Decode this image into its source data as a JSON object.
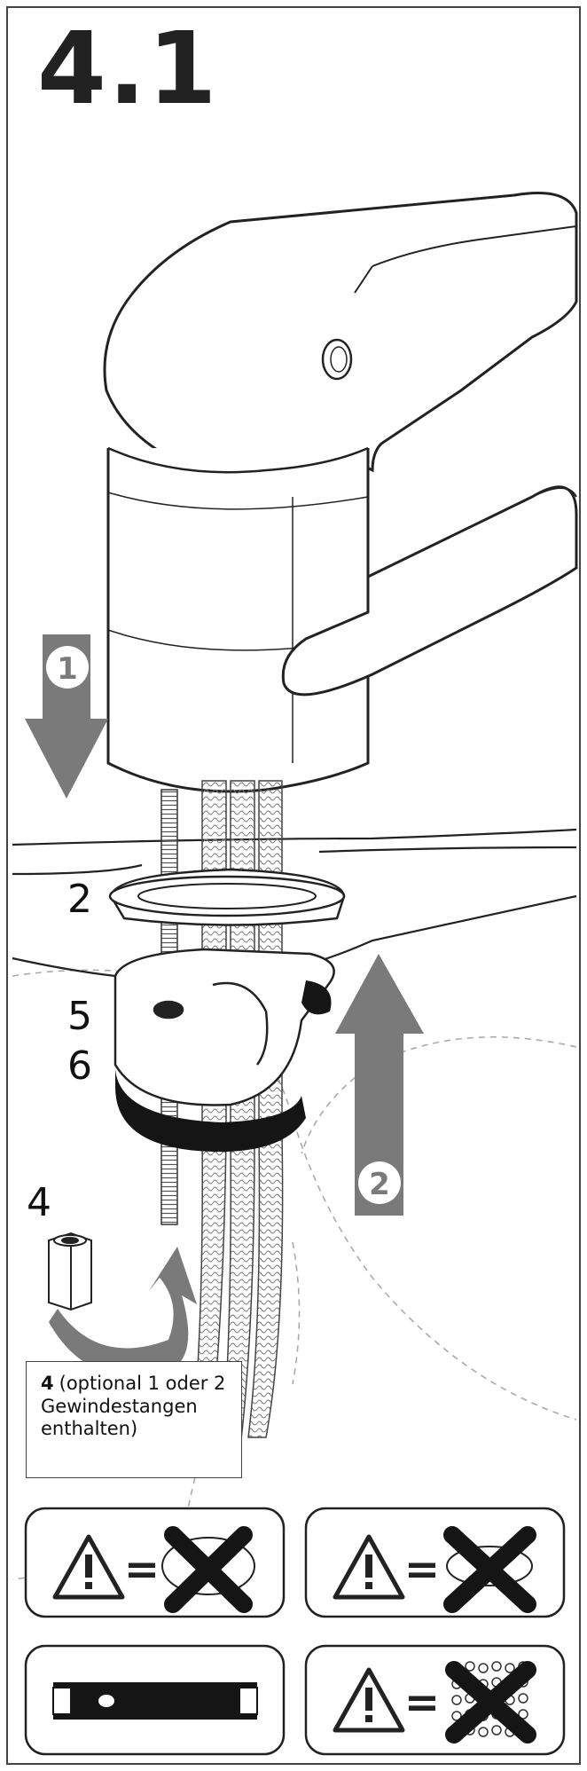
{
  "step": {
    "title": "4.1"
  },
  "labels": {
    "washer": "2",
    "bracket": "5",
    "gasket": "6",
    "nut": "4"
  },
  "arrows": {
    "down_step": "1",
    "up_step": "2"
  },
  "note": {
    "part": "4",
    "text": "(optional 1 oder 2 Gewindestangen enthalten)"
  },
  "warnings": {
    "equals": "="
  },
  "colors": {
    "arrow_gray": "#7a7a7a",
    "line": "#222222",
    "gasket_black": "#151515",
    "dashed_gray": "#999999"
  }
}
